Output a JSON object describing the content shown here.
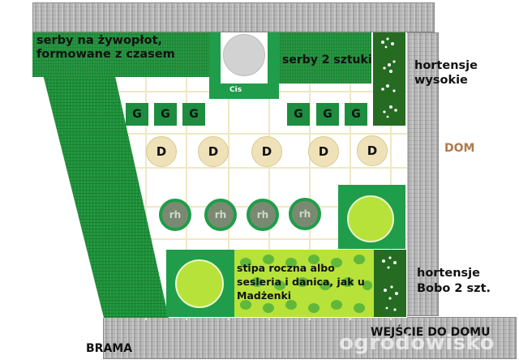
{
  "labels": {
    "serby_hedge": "serby na żywopłot, formowane z czasem",
    "serby_two": "serby 2 sztuki",
    "cis": "Cis",
    "hortensje_wysokie": "hortensje wysokie",
    "dom": "DOM",
    "stipa": "stipa roczna albo sesleria i danica, jak u Madżenki",
    "hortensje_bobo": "hortensje Bobo 2 szt.",
    "brama": "BRAMA",
    "wejscie": "WEJŚCIE DO DOMU",
    "watermark": "ogrodowisko"
  },
  "plants": {
    "g_row_left": [
      "G",
      "G",
      "G"
    ],
    "g_row_right": [
      "G",
      "G",
      "G"
    ],
    "d_row": [
      "D",
      "D",
      "D",
      "D",
      "D"
    ],
    "rh_row": [
      "rh",
      "rh",
      "rh",
      "rh"
    ]
  },
  "colors": {
    "hedge": "#1f8f3a",
    "lime": "#b7e23a",
    "dark_green": "#256b22",
    "stone": "#b9b9b9",
    "dom_text": "#b07a4a"
  }
}
